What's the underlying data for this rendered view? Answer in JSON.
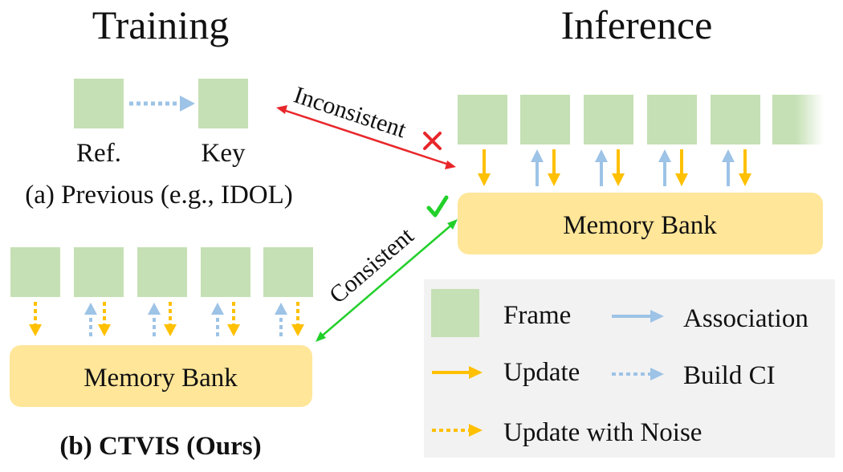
{
  "titles": {
    "training": "Training",
    "inference": "Inference"
  },
  "previous": {
    "ref_label": "Ref.",
    "key_label": "Key",
    "caption": "(a) Previous (e.g., IDOL)"
  },
  "ctvis": {
    "memory_bank": "Memory Bank",
    "caption": "(b) CTVIS (Ours)"
  },
  "inference": {
    "memory_bank": "Memory Bank"
  },
  "relations": {
    "inconsistent": "Inconsistent",
    "consistent": "Consistent"
  },
  "legend": {
    "frame": "Frame",
    "association": "Association",
    "update": "Update",
    "build_ci": "Build CI",
    "update_with_noise": "Update with Noise"
  },
  "colors": {
    "frame": "#c5e0b4",
    "memory_bank": "#ffe699",
    "association": "#9dc3e6",
    "update": "#ffc000",
    "inconsistent": "#e8262a",
    "consistent": "#22d02a",
    "legend_bg": "#f2f2f2"
  }
}
